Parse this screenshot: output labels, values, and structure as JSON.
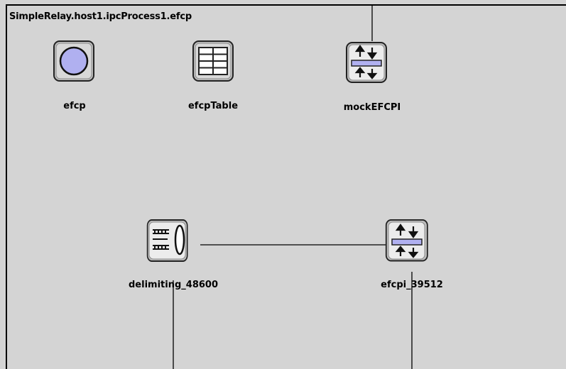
{
  "module": {
    "title": "SimpleRelay.host1.ipcProcess1.efcp"
  },
  "submodules": [
    {
      "name": "efcp",
      "icon": "circle-module-icon"
    },
    {
      "name": "efcpTable",
      "icon": "table-icon"
    },
    {
      "name": "mockEFCPI",
      "icon": "up-down-arrows-icon"
    },
    {
      "name": "delimiting_48600",
      "icon": "queue-icon"
    },
    {
      "name": "efcpi_39512",
      "icon": "up-down-arrows-icon"
    }
  ],
  "colors": {
    "canvas": "#d4d4d4",
    "icon_fill": "#b0b0f0",
    "icon_frame": "#c8c8c8",
    "wire": "#000000"
  }
}
